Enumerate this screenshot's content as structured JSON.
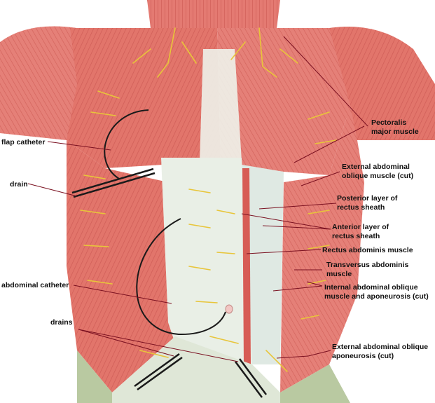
{
  "figure": {
    "labels": {
      "pectoralis": [
        "Pectoralis",
        "major muscle"
      ],
      "ext_oblique_cut": [
        "External abdominal",
        "oblique muscle (cut)"
      ],
      "posterior_sheath": [
        "Posterior layer of",
        "rectus sheath"
      ],
      "anterior_sheath": [
        "Anterior layer of",
        "rectus sheath"
      ],
      "rectus": [
        "Rectus abdominis muscle"
      ],
      "transversus": [
        "Transversus abdominis",
        "muscle"
      ],
      "internal_oblique": [
        "Internal abdominal oblique",
        "muscle and aponeurosis (cut)"
      ],
      "ext_oblique_apo": [
        "External abdominal oblique",
        "aponeurosis (cut)"
      ],
      "flap_catheter": [
        "flap catheter"
      ],
      "drain": [
        "drain"
      ],
      "abdominal_catheter": [
        "abdominal catheter"
      ],
      "drains": [
        "drains"
      ]
    }
  },
  "colors": {
    "muscle": "#e2756b",
    "muscle_dark": "#c9524c",
    "fascia": "#e9efe6",
    "nerve": "#e8c53a",
    "catheter": "#1a1a1a",
    "leader": "#7a1020"
  }
}
